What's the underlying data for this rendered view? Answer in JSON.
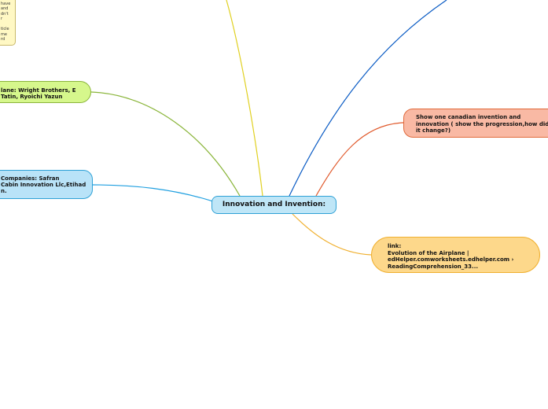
{
  "central_topic": {
    "label": "Innovation and Invention:"
  },
  "branches": {
    "top_left_note": {
      "text": "...ent\nhave\nand\ndn't\nr\n\nticle\nme\nrd"
    },
    "airplane_inventors": {
      "text": "lane: Wright Brothers, E\nTatin, Ryoichi Yazun"
    },
    "companies": {
      "text": "Companies: Safran\nCabin Innovation Llc,Etihad\nn."
    },
    "canadian_invention": {
      "text": "Show one canadian invention and\ninnovation ( show the progression,how did\nit change?)"
    },
    "link": {
      "text": "link:\nEvolution of the Airplane |\nedHelper.comworksheets.edhelper.com ›\nReadingComprehension_33..."
    }
  },
  "colors": {
    "central_fill": "#bfe6f7",
    "central_border": "#2ea1d6",
    "yellow_branch": "#e0d020",
    "green_branch": "#8ab53a",
    "blue_branch": "#1f9fe0",
    "dark_blue_branch": "#0a5bc4",
    "orange_red_branch": "#e0582a",
    "orange_branch": "#f0b030"
  }
}
